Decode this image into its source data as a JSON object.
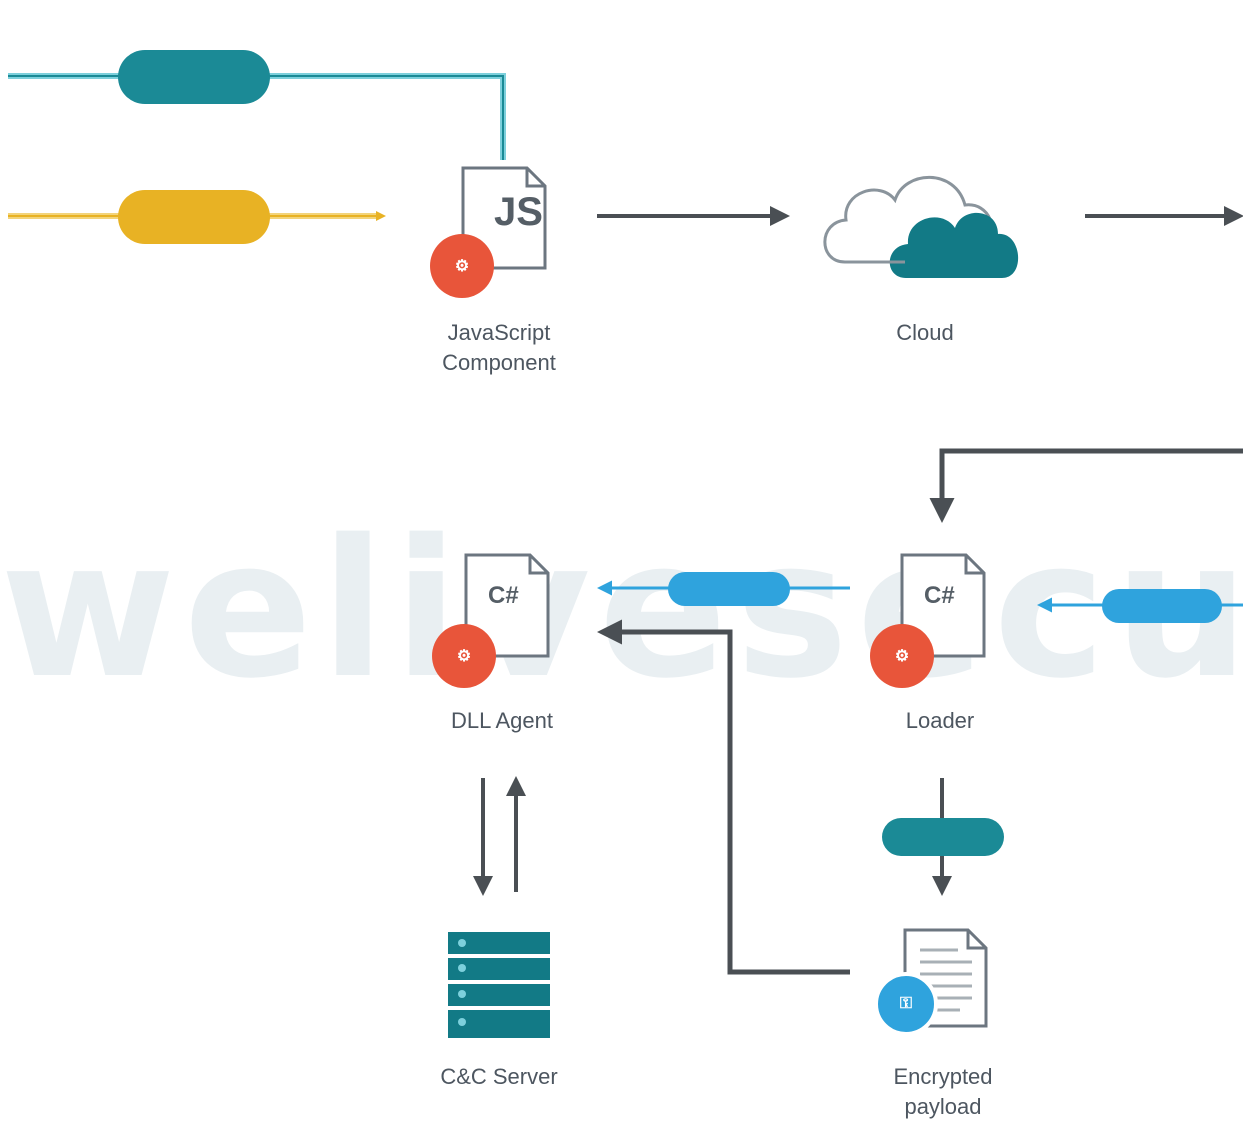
{
  "watermark": "welivesecurity",
  "colors": {
    "teal": "#1b8a96",
    "teal_dark": "#127a86",
    "gold": "#e8b224",
    "blue": "#2fa3dd",
    "orange": "#e8553a",
    "arrow": "#4a4f54",
    "doc_stroke": "#6c7680"
  },
  "nodes": {
    "js_component": {
      "tag": "JS",
      "label_lines": [
        "JavaScript",
        "Component"
      ],
      "icon": "js-file-icon"
    },
    "cloud": {
      "label": "Cloud",
      "icon": "cloud-icon"
    },
    "dll_agent": {
      "tag": "C#",
      "label": "DLL Agent",
      "icon": "csharp-file-icon"
    },
    "loader": {
      "tag": "C#",
      "label": "Loader",
      "icon": "csharp-file-icon"
    },
    "cc_server": {
      "label": "C&C Server",
      "icon": "server-icon"
    },
    "encrypted_payload": {
      "label_lines": [
        "Encrypted",
        "payload"
      ],
      "icon": "document-icon"
    }
  },
  "pills": {
    "top_teal": [
      "",
      ""
    ],
    "top_gold": [
      "",
      ""
    ],
    "loader_to_agent": "",
    "right_to_loader": "",
    "loader_to_payload": ""
  }
}
